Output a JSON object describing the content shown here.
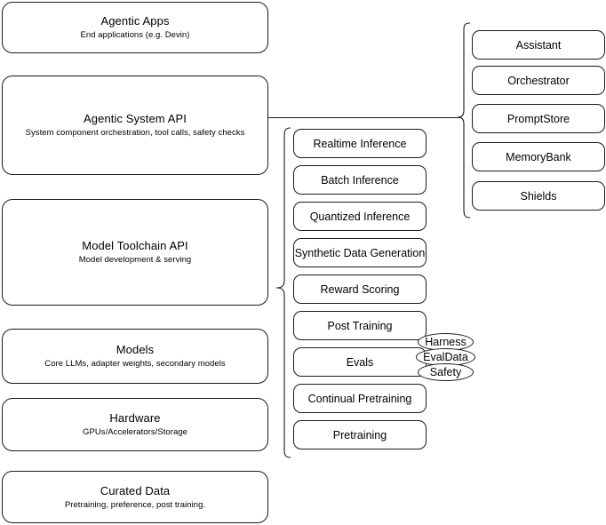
{
  "diagram": {
    "type": "layered-architecture-stack",
    "background_color": "#ffffff",
    "stroke_color": "#1a1a1a",
    "layers": [
      {
        "id": "agentic-apps",
        "title": "Agentic Apps",
        "subtitle": "End applications (e.g. Devin)"
      },
      {
        "id": "agentic-system-api",
        "title": "Agentic System API",
        "subtitle": "System component orchestration, tool calls, safety checks"
      },
      {
        "id": "model-toolchain-api",
        "title": "Model Toolchain API",
        "subtitle": "Model development & serving"
      },
      {
        "id": "models",
        "title": "Models",
        "subtitle": "Core LLMs, adapter weights, secondary models"
      },
      {
        "id": "hardware",
        "title": "Hardware",
        "subtitle": "GPUs/Accelerators/Storage"
      },
      {
        "id": "curated-data",
        "title": "Curated Data",
        "subtitle": "Pretraining, preference, post training."
      }
    ],
    "toolchain_capabilities": [
      {
        "id": "realtime-inference",
        "label": "Realtime Inference"
      },
      {
        "id": "batch-inference",
        "label": "Batch Inference"
      },
      {
        "id": "quantized-inference",
        "label": "Quantized Inference"
      },
      {
        "id": "synthetic-data-generation",
        "label": "Synthetic Data Generation"
      },
      {
        "id": "reward-scoring",
        "label": "Reward Scoring"
      },
      {
        "id": "post-training",
        "label": "Post Training"
      },
      {
        "id": "evals",
        "label": "Evals"
      },
      {
        "id": "continual-pretraining",
        "label": "Continual Pretraining"
      },
      {
        "id": "pretraining",
        "label": "Pretraining"
      }
    ],
    "evals_pills": [
      {
        "id": "harness",
        "label": "Harness"
      },
      {
        "id": "evaldata",
        "label": "EvalData"
      },
      {
        "id": "safety",
        "label": "Safety"
      }
    ],
    "system_components": [
      {
        "id": "assistant",
        "label": "Assistant"
      },
      {
        "id": "orchestrator",
        "label": "Orchestrator"
      },
      {
        "id": "promptstore",
        "label": "PromptStore"
      },
      {
        "id": "memorybank",
        "label": "MemoryBank"
      },
      {
        "id": "shields",
        "label": "Shields"
      }
    ]
  }
}
